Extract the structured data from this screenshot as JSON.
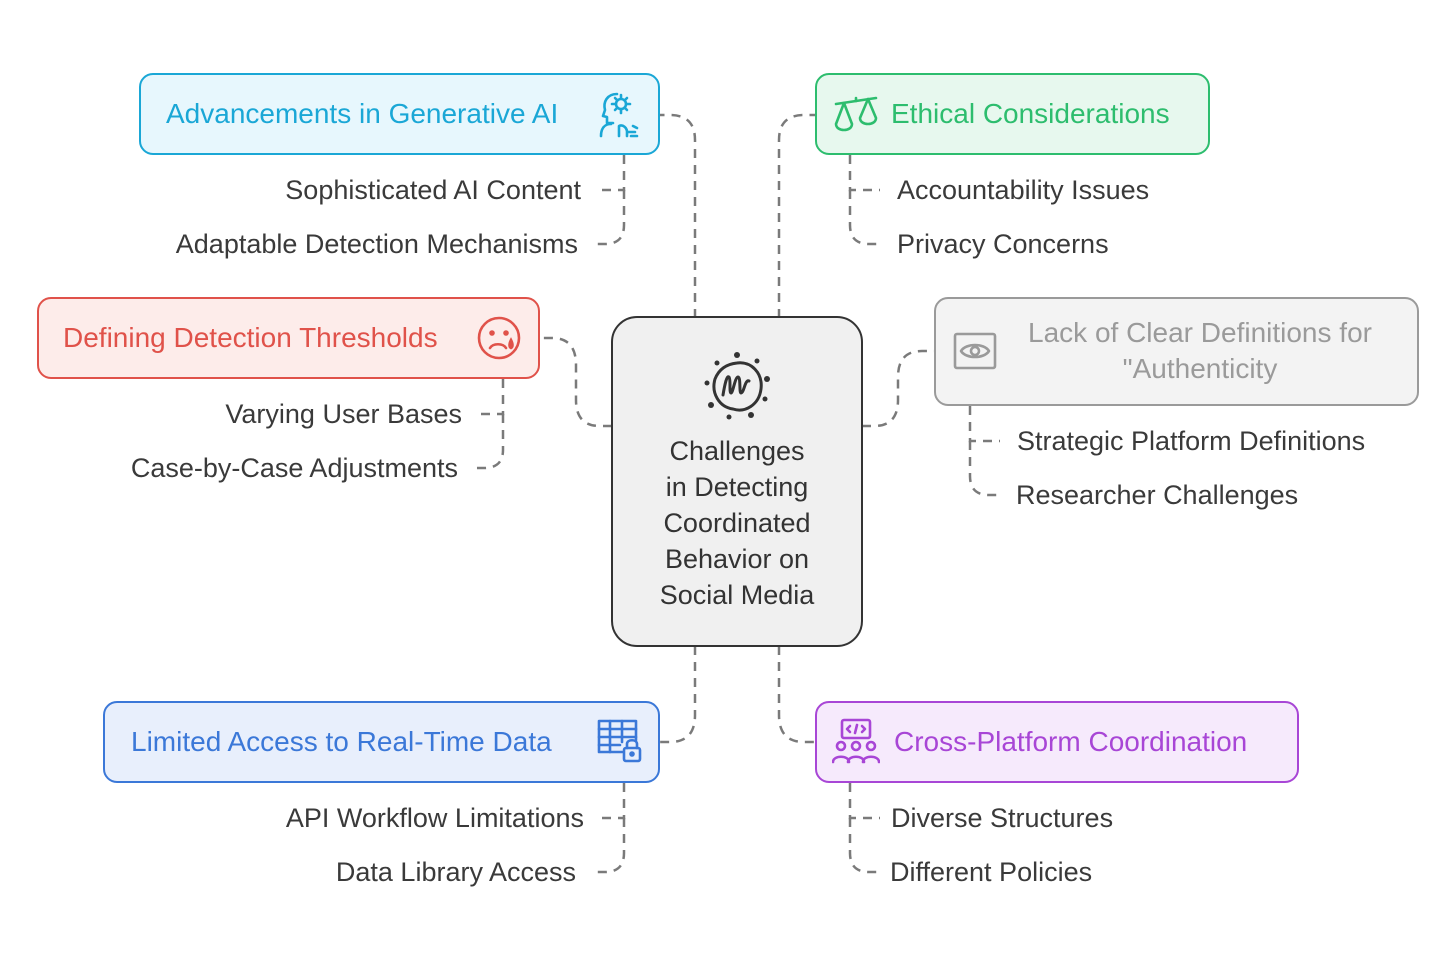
{
  "center": {
    "title_lines": [
      "Challenges",
      "in Detecting",
      "Coordinated",
      "Behavior on",
      "Social Media"
    ],
    "icon": "meetup-badge-icon"
  },
  "nodes": {
    "generative_ai": {
      "title": "Advancements in Generative AI",
      "icon": "ai-person-gear-icon",
      "color": "#1aa7d6",
      "fill": "#e7f7fd",
      "items": [
        "Sophisticated AI Content",
        "Adaptable Detection Mechanisms"
      ]
    },
    "ethical": {
      "title": "Ethical Considerations",
      "icon": "scales-icon",
      "color": "#2dbd6e",
      "fill": "#e7f8ee",
      "items": [
        "Accountability Issues",
        "Privacy Concerns"
      ]
    },
    "thresholds": {
      "title": "Defining Detection Thresholds",
      "icon": "sad-face-icon",
      "color": "#e0524a",
      "fill": "#fdecea",
      "items": [
        "Varying User Bases",
        "Case-by-Case Adjustments"
      ]
    },
    "authenticity": {
      "title_lines": [
        "Lack of Clear Definitions for",
        "\"Authenticity"
      ],
      "icon": "eye-frame-icon",
      "color": "#9a9a9a",
      "fill": "#f3f3f3",
      "items": [
        "Strategic Platform Definitions",
        "Researcher Challenges"
      ]
    },
    "realtime": {
      "title": "Limited Access to Real-Time Data",
      "icon": "locked-table-icon",
      "color": "#3b78d8",
      "fill": "#e8effc",
      "items": [
        "API Workflow Limitations",
        "Data Library Access"
      ]
    },
    "cross_platform": {
      "title": "Cross-Platform Coordination",
      "icon": "code-team-icon",
      "color": "#a846d6",
      "fill": "#f6eafc",
      "items": [
        "Diverse Structures",
        "Different Policies"
      ]
    }
  }
}
